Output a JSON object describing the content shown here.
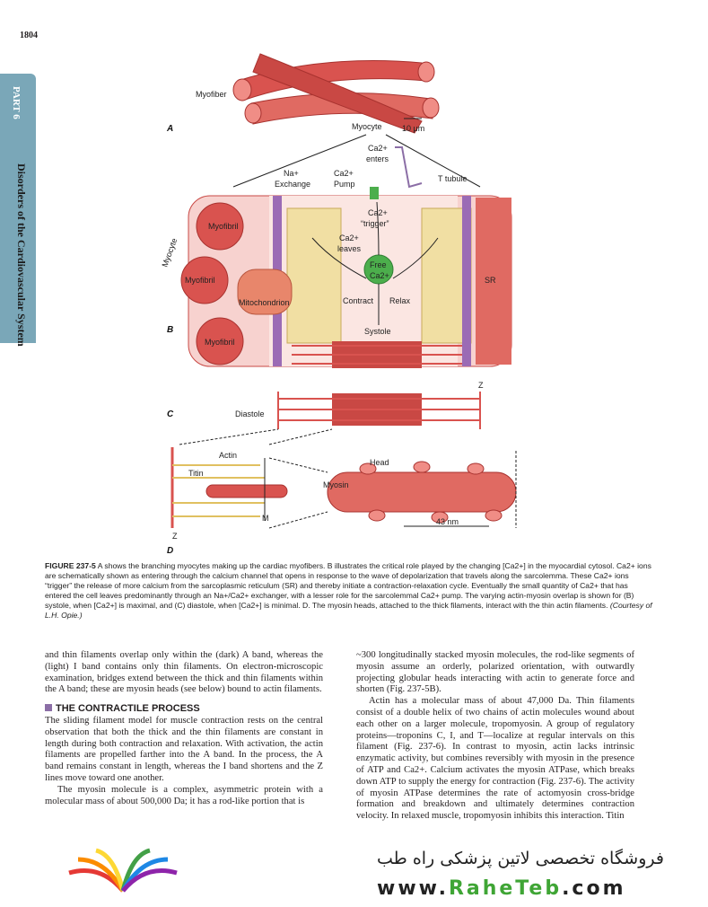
{
  "page": {
    "number": "1804"
  },
  "sidebar": {
    "part": "PART 6",
    "title": "Disorders of the Cardiovascular System"
  },
  "figure": {
    "panel_a": "A",
    "panel_b": "B",
    "panel_c": "C",
    "panel_d": "D",
    "myofiber": "Myofiber",
    "myocyte": "Myocyte",
    "scale": "10 μm",
    "ca_enters_1": "Ca2+",
    "ca_enters_2": "enters",
    "na_1": "Na+",
    "na_2": "Exchange",
    "pump_1": "Ca2+",
    "pump_2": "Pump",
    "t_tubule": "T tubule",
    "trigger_1": "Ca2+",
    "trigger_2": "“trigger”",
    "leaves_1": "Ca2+",
    "leaves_2": "leaves",
    "free_1": "Free",
    "free_2": "Ca2+",
    "myofibril": "Myofibril",
    "mitochondrion": "Mitochondrion",
    "sr": "SR",
    "myocyte_label": "Myocyte",
    "contract": "Contract",
    "relax": "Relax",
    "systole": "Systole",
    "diastole": "Diastole",
    "z": "Z",
    "actin": "Actin",
    "titin": "Titin",
    "head": "Head",
    "myosin": "Myosin",
    "m": "M",
    "nm": "43 nm"
  },
  "caption": {
    "label": "FIGURE 237-5",
    "text": "A shows the branching myocytes making up the cardiac myofibers. B illustrates the critical role played by the changing [Ca2+] in the myocardial cytosol. Ca2+ ions are schematically shown as entering through the calcium channel that opens in response to the wave of depolarization that travels along the sarcolemma. These Ca2+ ions “trigger” the release of more calcium from the sarcoplasmic reticulum (SR) and thereby initiate a contraction-relaxation cycle. Eventually the small quantity of Ca2+ that has entered the cell leaves predominantly through an Na+/Ca2+ exchanger, with a lesser role for the sarcolemmal Ca2+ pump. The varying actin-myosin overlap is shown for (B) systole, when [Ca2+] is maximal, and (C) diastole, when [Ca2+] is minimal. D. The myosin heads, attached to the thick filaments, interact with the thin actin filaments.",
    "credit": "(Courtesy of L.H. Opie.)"
  },
  "body": {
    "col1_p1": "and thin filaments overlap only within the (dark) A band, whereas the (light) I band contains only thin filaments. On electron-microscopic examination, bridges extend between the thick and thin filaments within the A band; these are myosin heads (see below) bound to actin filaments.",
    "section_heading": "THE CONTRACTILE PROCESS",
    "col1_p2": "The sliding filament model for muscle contraction rests on the central observation that both the thick and the thin filaments are constant in length during both contraction and relaxation. With activation, the actin filaments are propelled farther into the A band. In the process, the A band remains constant in length, whereas the I band shortens and the Z lines move toward one another.",
    "col1_p3": "The myosin molecule is a complex, asymmetric protein with a molecular mass of about 500,000 Da; it has a rod-like portion that is",
    "col2_p1": "~300 longitudinally stacked myosin molecules, the rod-like segments of myosin assume an orderly, polarized orientation, with outwardly projecting globular heads interacting with actin to generate force and shorten (Fig. 237-5B).",
    "col2_p2": "Actin has a molecular mass of about 47,000 Da. Thin filaments consist of a double helix of two chains of actin molecules wound about each other on a larger molecule, tropomyosin. A group of regulatory proteins—troponins C, I, and T—localize at regular intervals on this filament (Fig. 237-6). In contrast to myosin, actin lacks intrinsic enzymatic activity, but combines reversibly with myosin in the presence of ATP and Ca2+. Calcium activates the myosin ATPase, which breaks down ATP to supply the energy for contraction (Fig. 237-6). The activity of myosin ATPase determines the rate of actomyosin cross-bridge formation and breakdown and ultimately determines contraction velocity. In relaxed muscle, tropomyosin inhibits this interaction. Titin"
  },
  "watermark": {
    "shop_name": "فروشگاه تخصصی لاتین پزشکی راه طب",
    "url_prefix": "www.",
    "url_brand": "RaheTeb",
    "url_suffix": ".com"
  },
  "colors": {
    "muscle": "#d9534f",
    "sr": "#f1dfa3",
    "tab": "#7aa7b8",
    "free_ca": "#4cae4c"
  }
}
